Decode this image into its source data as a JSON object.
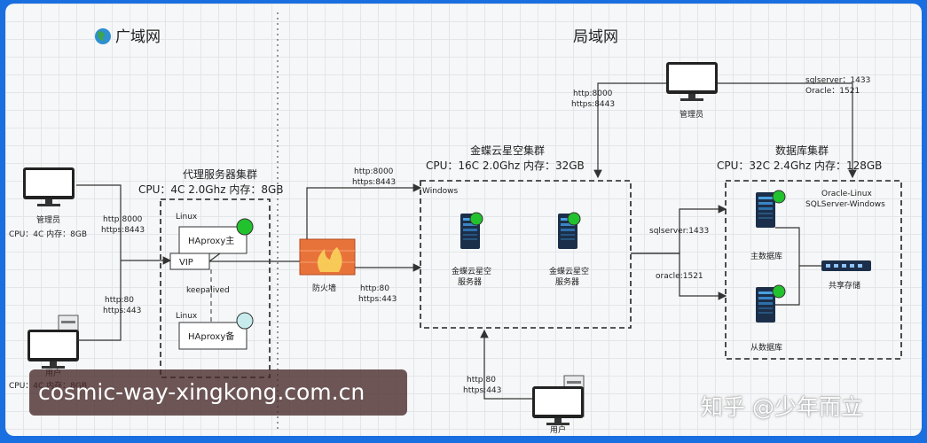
{
  "regions": {
    "wan": "广域网",
    "lan": "局域网"
  },
  "wan_admin": {
    "label": "管理员",
    "specs": "CPU：4C  内存：8GB",
    "port_http": "http:8000",
    "port_https": "https:8443"
  },
  "wan_user": {
    "label": "用户",
    "specs": "CPU：4C  内存：8GB",
    "port_http": "http:80",
    "port_https": "https:443"
  },
  "proxy_cluster": {
    "title": "代理服务器集群",
    "specs": "CPU：4C  2.0Ghz  内存：8GB",
    "os_top": "Linux",
    "haproxy_main": "HAproxy主",
    "vip": "VIP",
    "keepalived": "keepalived",
    "os_bottom": "Linux",
    "haproxy_backup": "HAproxy备"
  },
  "firewall": {
    "label": "防火墙",
    "port_http": "http:8000",
    "port_https": "https:8443",
    "port_http2": "http:80",
    "port_https2": "https:443"
  },
  "lan_admin": {
    "label": "管理员",
    "port_http": "http:8000",
    "port_https": "https:8443",
    "db_port1": "sqlserver：1433",
    "db_port2": "Oracle：1521"
  },
  "app_cluster": {
    "title": "金蝶云星空集群",
    "specs": "CPU：16C  2.0Ghz  内存：32GB",
    "os": "Windows",
    "server1": [
      "金蝶云星空",
      "服务器"
    ],
    "server2": [
      "金蝶云星空",
      "服务器"
    ]
  },
  "links": {
    "sqlserver": "sqlserver:1433",
    "oracle": "oracle:1521"
  },
  "db_cluster": {
    "title": "数据库集群",
    "specs": "CPU：32C  2.4Ghz  内存：128GB",
    "os1": "Oracle-Linux",
    "os2": "SQLServer-Windows",
    "primary": "主数据库",
    "replica": "从数据库",
    "storage": "共享存储"
  },
  "lan_user": {
    "label": "用户",
    "port_http": "http:80",
    "port_https": "https:443"
  },
  "watermarks": {
    "site": "cosmic-way-xingkong.com.cn",
    "zhihu": "知乎 @少年而立"
  },
  "colors": {
    "status_green": "#22c22e",
    "status_backup": "#c8ecee",
    "firewall": "#e8733a",
    "server": "#1c2f4a"
  }
}
